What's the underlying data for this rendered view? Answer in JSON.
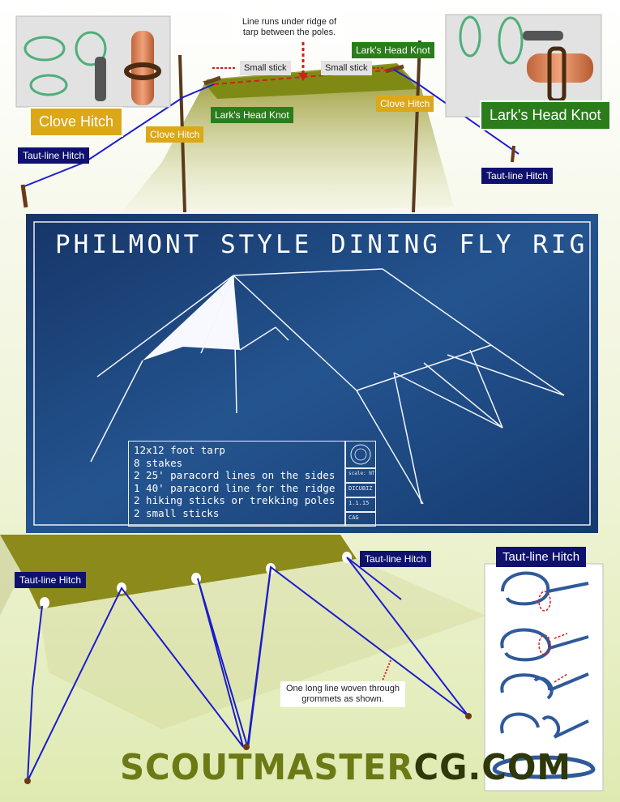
{
  "top": {
    "clove_hitch_panel_label": "Clove Hitch",
    "larks_head_panel_label": "Lark's Head Knot",
    "ridge_note": "Line runs under ridge of tarp between the poles.",
    "small_stick_left": "Small stick",
    "small_stick_right": "Small stick",
    "larks_head_left": "Lark's Head Knot",
    "larks_head_right": "Lark's Head Knot",
    "clove_hitch_left": "Clove Hitch",
    "clove_hitch_right": "Clove Hitch",
    "taut_line_left": "Taut-line Hitch",
    "taut_line_right": "Taut-line Hitch"
  },
  "blueprint": {
    "title": "PHILMONT STYLE DINING FLY RIG",
    "materials": [
      "12x12 foot tarp",
      "8 stakes",
      "2 25' paracord lines on the sides",
      "1 40' paracord line for the ridge",
      "2 hiking sticks or trekking poles",
      "2 small sticks"
    ],
    "title_block": [
      "scale: NTS",
      "DICUBIZ",
      "1.1.15",
      "CAG"
    ]
  },
  "bottom": {
    "taut_line_left": "Taut-line Hitch",
    "taut_line_right": "Taut-line Hitch",
    "weave_note": "One long line woven through grommets as shown.",
    "taut_line_panel_label": "Taut-line Hitch"
  },
  "brand": {
    "part1": "SCOUTMASTER",
    "part2": "CG.COM"
  },
  "colors": {
    "tarp": "#8c8a1b",
    "line": "#1c1ccc",
    "navy": "#0e116e",
    "green": "#2b7d1c",
    "yellow": "#dca818",
    "blueprint": "#17386a"
  }
}
